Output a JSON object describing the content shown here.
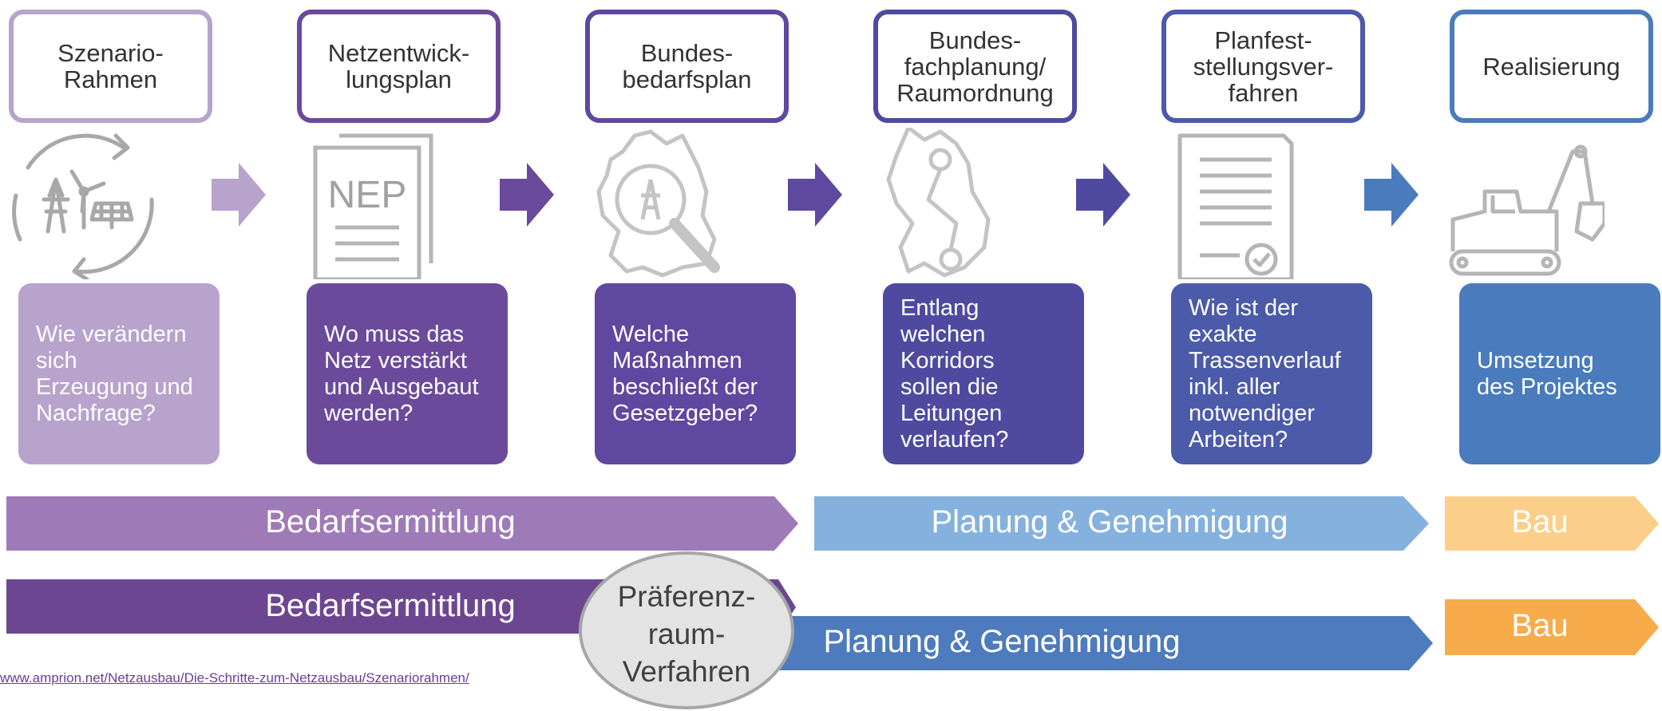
{
  "steps": [
    {
      "title": "Szenario-\nRahmen",
      "question": "Wie verändern\nsich\nErzeugung und\nNachfrage?",
      "border_color": "#b7a3cc",
      "box_color": "#b7a3cc",
      "icon": "scenario-cycle-icon",
      "icon_label": ""
    },
    {
      "title": "Netzentwick-\nlungsplan",
      "question": "Wo muss das\nNetz verstärkt\nund Ausgebaut\nwerden?",
      "border_color": "#6b4a9c",
      "box_color": "#6b4a9c",
      "icon": "nep-document-icon",
      "icon_label": "NEP"
    },
    {
      "title": "Bundes-\nbedarfsplan",
      "question": "Welche\nMaßnahmen\nbeschließt der\nGesetzgeber?",
      "border_color": "#5e48a0",
      "box_color": "#5e48a0",
      "icon": "germany-search-icon",
      "icon_label": ""
    },
    {
      "title": "Bundes-\nfachplanung/\nRaumordnung",
      "question": "Entlang\nwelchen\nKorridors\nsollen die\nLeitungen\nverlaufen?",
      "border_color": "#4f4aa0",
      "box_color": "#4f4aa0",
      "icon": "germany-corridor-icon",
      "icon_label": ""
    },
    {
      "title": "Planfest-\nstellungsver-\nfahren",
      "question": "Wie ist der\nexakte\nTrassenverlauf\ninkl. aller\nnotwendiger\nArbeiten?",
      "border_color": "#4c5aaa",
      "box_color": "#4c5aaa",
      "icon": "approval-document-icon",
      "icon_label": ""
    },
    {
      "title": "Realisierung",
      "question": "Umsetzung\ndes Projektes",
      "border_color": "#4a7bbd",
      "box_color": "#4a7bbd",
      "icon": "excavator-icon",
      "icon_label": ""
    }
  ],
  "arrow_colors": [
    "#b7a3cc",
    "#6b4a9c",
    "#5e48a0",
    "#4f4aa0",
    "#4a7bbd"
  ],
  "phases_row1": [
    {
      "label": "Bedarfsermittlung",
      "color": "#9e7bb8"
    },
    {
      "label": "Planung & Genehmigung",
      "color": "#85b1de"
    },
    {
      "label": "Bau",
      "color": "#fbcf8a"
    }
  ],
  "phases_row2": [
    {
      "label": "Bedarfsermittlung",
      "color": "#6d4691"
    },
    {
      "label": "Planung & Genehmigung",
      "color": "#4e7bbd"
    },
    {
      "label": "Bau",
      "color": "#f8ab4a"
    }
  ],
  "oval": {
    "text": "Präferenz-\nraum-\nVerfahren",
    "fill": "#e3e3e4",
    "stroke": "#a6a6a6"
  },
  "source_url": "www.amprion.net/Netzausbau/Die-Schritte-zum-Netzausbau/Szenariorahmen/"
}
